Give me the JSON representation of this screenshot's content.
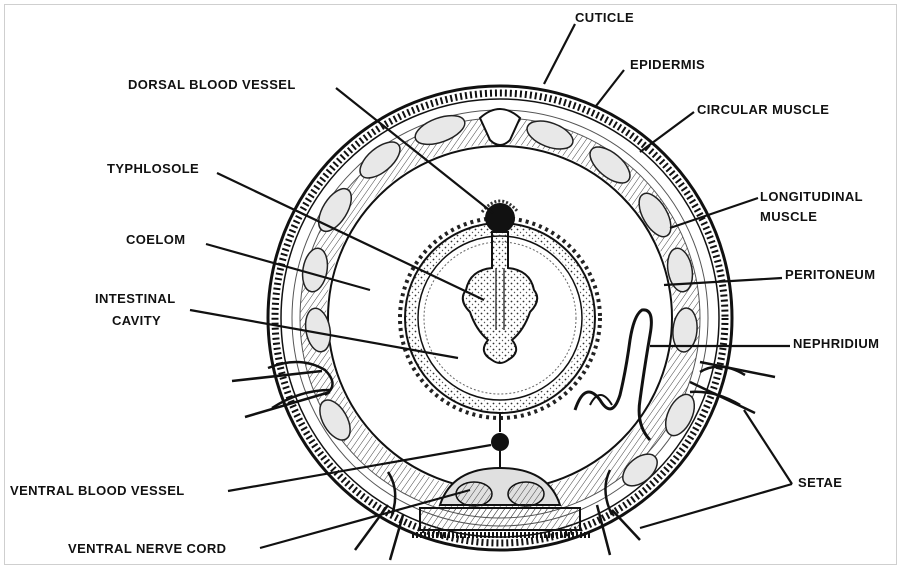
{
  "labels": {
    "cuticle": "CUTICLE",
    "epidermis": "EPIDERMIS",
    "circular_muscle": "CIRCULAR MUSCLE",
    "longitudinal_muscle_1": "LONGITUDINAL",
    "longitudinal_muscle_2": "MUSCLE",
    "peritoneum": "PERITONEUM",
    "nephridium": "NEPHRIDIUM",
    "setae": "SETAE",
    "dorsal_blood_vessel": "DORSAL BLOOD VESSEL",
    "typhlosole": "TYPHLOSOLE",
    "coelom": "COELOM",
    "intestinal_cavity_1": "INTESTINAL",
    "intestinal_cavity_2": "CAVITY",
    "ventral_blood_vessel": "VENTRAL BLOOD VESSEL",
    "ventral_nerve_cord": "VENTRAL NERVE CORD"
  }
}
